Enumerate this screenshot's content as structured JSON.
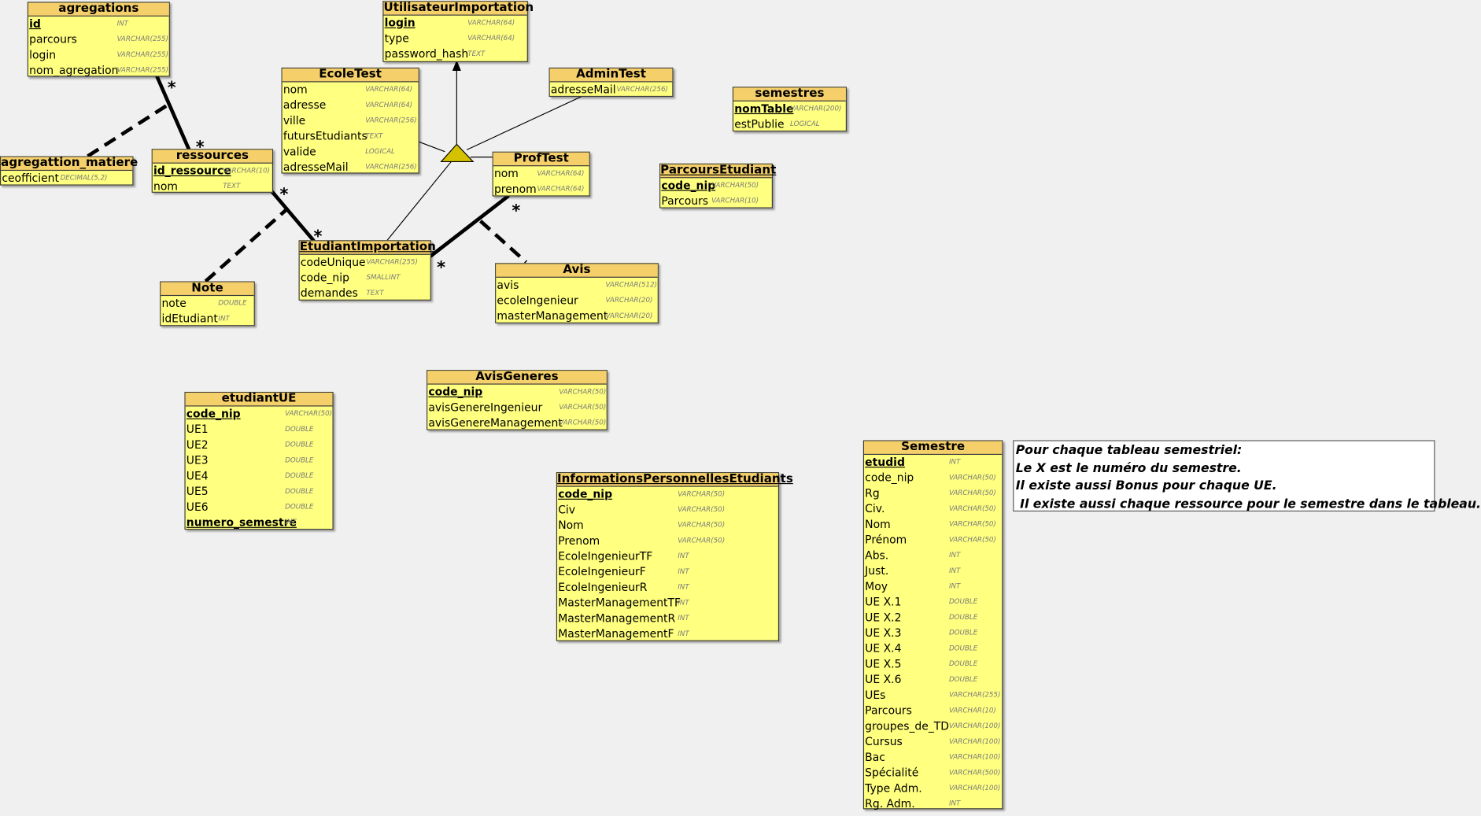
{
  "entities": [
    {
      "id": "agregations",
      "name": "agregations",
      "fields": [
        {
          "name": "id",
          "type": "INT",
          "pk": true
        },
        {
          "name": "parcours",
          "type": "VARCHAR(255)"
        },
        {
          "name": "login",
          "type": "VARCHAR(255)"
        },
        {
          "name": "nom_agregation",
          "type": "VARCHAR(255)"
        }
      ]
    },
    {
      "id": "utilisateur-importation",
      "name": "UtilisateurImportation",
      "fields": [
        {
          "name": "login",
          "type": "VARCHAR(64)",
          "pk": true
        },
        {
          "name": "type",
          "type": "VARCHAR(64)"
        },
        {
          "name": "password_hash",
          "type": "TEXT"
        }
      ]
    },
    {
      "id": "ecole-test",
      "name": "EcoleTest",
      "fields": [
        {
          "name": "nom",
          "type": "VARCHAR(64)"
        },
        {
          "name": "adresse",
          "type": "VARCHAR(64)"
        },
        {
          "name": "ville",
          "type": "VARCHAR(256)"
        },
        {
          "name": "futursEtudiants",
          "type": "TEXT"
        },
        {
          "name": "valide",
          "type": "LOGICAL"
        },
        {
          "name": "adresseMail",
          "type": "VARCHAR(256)"
        }
      ]
    },
    {
      "id": "admin-test",
      "name": "AdminTest",
      "fields": [
        {
          "name": "adresseMail",
          "type": "VARCHAR(256)"
        }
      ]
    },
    {
      "id": "semestres",
      "name": "semestres",
      "fields": [
        {
          "name": "nomTable",
          "type": "VARCHAR(200)",
          "pk": true
        },
        {
          "name": "estPublie",
          "type": "LOGICAL"
        }
      ]
    },
    {
      "id": "parcours-etudiant",
      "name": "ParcoursEtudiant",
      "fields": [
        {
          "name": "code_nip",
          "type": "VARCHAR(50)",
          "pk": true
        },
        {
          "name": "Parcours",
          "type": "VARCHAR(10)"
        }
      ]
    },
    {
      "id": "agregation-matiere",
      "name": "agregattion_matiere",
      "fields": [
        {
          "name": "ceofficient",
          "type": "DECIMAL(5,2)"
        }
      ]
    },
    {
      "id": "ressources",
      "name": "ressources",
      "fields": [
        {
          "name": "id_ressource",
          "type": "VARCHAR(10)",
          "pk": true
        },
        {
          "name": "nom",
          "type": "TEXT"
        }
      ]
    },
    {
      "id": "prof-test",
      "name": "ProfTest",
      "fields": [
        {
          "name": "nom",
          "type": "VARCHAR(64)"
        },
        {
          "name": "prenom",
          "type": "VARCHAR(64)"
        }
      ]
    },
    {
      "id": "etudiant-importation",
      "name": "EtudiantImportation",
      "fields": [
        {
          "name": "codeUnique",
          "type": "VARCHAR(255)"
        },
        {
          "name": "code_nip",
          "type": "SMALLINT"
        },
        {
          "name": "demandes",
          "type": "TEXT"
        }
      ]
    },
    {
      "id": "avis",
      "name": "Avis",
      "fields": [
        {
          "name": "avis",
          "type": "VARCHAR(512)"
        },
        {
          "name": "ecoleIngenieur",
          "type": "VARCHAR(20)"
        },
        {
          "name": "masterManagement",
          "type": "VARCHAR(20)"
        }
      ]
    },
    {
      "id": "note",
      "name": "Note",
      "fields": [
        {
          "name": "note",
          "type": "DOUBLE"
        },
        {
          "name": "idEtudiant",
          "type": "INT"
        }
      ]
    },
    {
      "id": "avis-generes",
      "name": "AvisGeneres",
      "fields": [
        {
          "name": "code_nip",
          "type": "VARCHAR(50)",
          "pk": true
        },
        {
          "name": "avisGenereIngenieur",
          "type": "VARCHAR(50)"
        },
        {
          "name": "avisGenereManagement",
          "type": "VARCHAR(50)"
        }
      ]
    },
    {
      "id": "etudiant-ue",
      "name": "etudiantUE",
      "fields": [
        {
          "name": "code_nip",
          "type": "VARCHAR(50)",
          "pk": true
        },
        {
          "name": "UE1",
          "type": "DOUBLE"
        },
        {
          "name": "UE2",
          "type": "DOUBLE"
        },
        {
          "name": "UE3",
          "type": "DOUBLE"
        },
        {
          "name": "UE4",
          "type": "DOUBLE"
        },
        {
          "name": "UE5",
          "type": "DOUBLE"
        },
        {
          "name": "UE6",
          "type": "DOUBLE"
        },
        {
          "name": "numero_semestre",
          "type": "INT",
          "pk": true
        }
      ]
    },
    {
      "id": "informations-personnelles-etudiants",
      "name": "InformationsPersonnellesEtudiants",
      "fields": [
        {
          "name": "code_nip",
          "type": "VARCHAR(50)",
          "pk": true
        },
        {
          "name": "Civ",
          "type": "VARCHAR(50)"
        },
        {
          "name": "Nom",
          "type": "VARCHAR(50)"
        },
        {
          "name": "Prenom",
          "type": "VARCHAR(50)"
        },
        {
          "name": "EcoleIngenieurTF",
          "type": "INT"
        },
        {
          "name": "EcoleIngenieurF",
          "type": "INT"
        },
        {
          "name": "EcoleIngenieurR",
          "type": "INT"
        },
        {
          "name": "MasterManagementTF",
          "type": "INT"
        },
        {
          "name": "MasterManagementR",
          "type": "INT"
        },
        {
          "name": "MasterManagementF",
          "type": "INT"
        }
      ]
    },
    {
      "id": "semestre",
      "name": "Semestre",
      "fields": [
        {
          "name": "etudid",
          "type": "INT",
          "pk": true
        },
        {
          "name": "code_nip",
          "type": "VARCHAR(50)"
        },
        {
          "name": "Rg",
          "type": "VARCHAR(50)"
        },
        {
          "name": "Civ.",
          "type": "VARCHAR(50)"
        },
        {
          "name": "Nom",
          "type": "VARCHAR(50)"
        },
        {
          "name": "Prénom",
          "type": "VARCHAR(50)"
        },
        {
          "name": "Abs.",
          "type": "INT"
        },
        {
          "name": "Just.",
          "type": "INT"
        },
        {
          "name": "Moy",
          "type": "INT"
        },
        {
          "name": "UE X.1",
          "type": "DOUBLE"
        },
        {
          "name": "UE X.2",
          "type": "DOUBLE"
        },
        {
          "name": "UE X.3",
          "type": "DOUBLE"
        },
        {
          "name": "UE X.4",
          "type": "DOUBLE"
        },
        {
          "name": "UE X.5",
          "type": "DOUBLE"
        },
        {
          "name": "UE X.6",
          "type": "DOUBLE"
        },
        {
          "name": "UEs",
          "type": "VARCHAR(255)"
        },
        {
          "name": "Parcours",
          "type": "VARCHAR(10)"
        },
        {
          "name": "groupes_de_TD",
          "type": "VARCHAR(100)"
        },
        {
          "name": "Cursus",
          "type": "VARCHAR(100)"
        },
        {
          "name": "Bac",
          "type": "VARCHAR(100)"
        },
        {
          "name": "Spécialité",
          "type": "VARCHAR(500)"
        },
        {
          "name": "Type Adm.",
          "type": "VARCHAR(100)"
        },
        {
          "name": "Rg. Adm.",
          "type": "INT"
        }
      ]
    }
  ],
  "note": {
    "lines": [
      "Pour chaque tableau semestriel:",
      "Le X est le numéro du semestre.",
      "Il existe aussi Bonus pour chaque UE.",
      " Il existe aussi chaque ressource pour le semestre dans le tableau."
    ]
  },
  "colors": {
    "entity_fill": "#ffff80",
    "entity_header": "#f5cf6a",
    "background": "#f0f0f0",
    "inheritance_triangle": "#d4c200"
  }
}
